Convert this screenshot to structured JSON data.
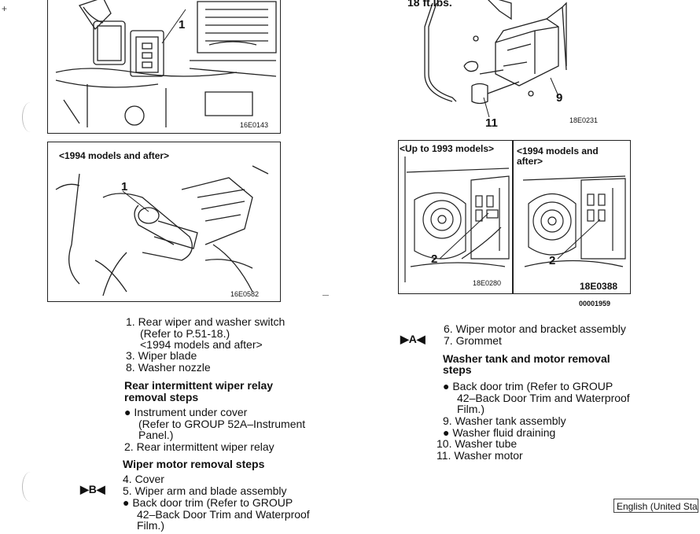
{
  "figures": {
    "top_left_id": "16E0143",
    "top_left_callout": "1",
    "mid_left_caption": "<1994 models and after>",
    "mid_left_callout": "1",
    "mid_left_id": "16E0582",
    "top_right_torque": [
      "18 ft.lbs."
    ],
    "top_right_callout_9": "9",
    "top_right_callout_11": "11",
    "top_right_id": "18E0231",
    "right_a_caption": "<Up to 1993 models>",
    "right_a_callout": "2",
    "right_a_id": "18E0280",
    "right_b_caption": [
      "<1994 models and",
      "after>"
    ],
    "right_b_callout": "2",
    "right_b_id": "18E0388",
    "right_footer_id": "00001959"
  },
  "left_column": [
    {
      "kind": "item",
      "text": "1. Rear wiper and washer switch"
    },
    {
      "kind": "item",
      "text": "(Refer to P.51-18.)"
    },
    {
      "kind": "item",
      "text": "<1994 models and after>"
    },
    {
      "kind": "item",
      "text": "3. Wiper blade"
    },
    {
      "kind": "item",
      "text": "8. Washer nozzle"
    },
    {
      "kind": "heading",
      "text": "Rear intermittent wiper relay"
    },
    {
      "kind": "heading",
      "text": "removal steps"
    },
    {
      "kind": "item",
      "text": "● Instrument under cover"
    },
    {
      "kind": "item",
      "text": "(Refer to GROUP 52A–Instrument"
    },
    {
      "kind": "item",
      "text": "Panel.)"
    },
    {
      "kind": "item",
      "text": "2. Rear intermittent wiper relay"
    },
    {
      "kind": "heading",
      "text": "Wiper motor removal steps"
    },
    {
      "kind": "item",
      "text": "4. Cover"
    },
    {
      "kind": "item",
      "text": "5. Wiper arm and blade assembly"
    },
    {
      "kind": "item",
      "text": "● Back door trim (Refer to GROUP"
    },
    {
      "kind": "item",
      "text": "42–Back Door Trim and Waterproof"
    },
    {
      "kind": "item",
      "text": "Film.)"
    }
  ],
  "left_marker": "▶B◀",
  "right_column": [
    {
      "kind": "item",
      "text": "6. Wiper motor and bracket assembly"
    },
    {
      "kind": "item",
      "text": "7. Grommet"
    },
    {
      "kind": "heading",
      "text": "Washer tank and motor removal"
    },
    {
      "kind": "heading",
      "text": "steps"
    },
    {
      "kind": "item",
      "text": "● Back door trim (Refer to GROUP"
    },
    {
      "kind": "item",
      "text": "42–Back Door Trim and Waterproof"
    },
    {
      "kind": "item",
      "text": "Film.)"
    },
    {
      "kind": "item",
      "text": "9. Washer tank assembly"
    },
    {
      "kind": "item",
      "text": "● Washer fluid draining"
    },
    {
      "kind": "item",
      "text": "10. Washer tube"
    },
    {
      "kind": "item",
      "text": "11. Washer motor"
    }
  ],
  "right_marker": "▶A◀",
  "language_indicator": "English (United States)"
}
